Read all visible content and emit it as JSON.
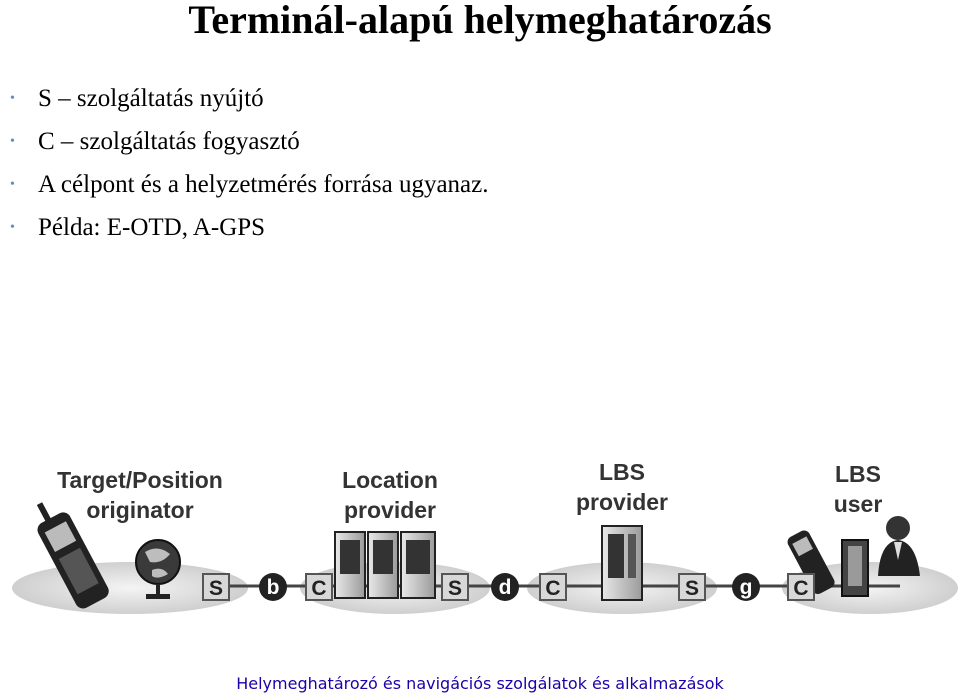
{
  "title": "Terminál-alapú helymeghatározás",
  "bullets": [
    "S – szolgáltatás nyújtó",
    "C – szolgáltatás fogyasztó",
    "A célpont és a helyzetmérés forrása ugyanaz.",
    "Példa: E-OTD, A-GPS"
  ],
  "diagram": {
    "entities": {
      "target": {
        "line1": "Target/Position",
        "line2": "originator"
      },
      "location": {
        "line1": "Location",
        "line2": "provider"
      },
      "lbs": {
        "line1": "LBS",
        "line2": "provider"
      },
      "user": {
        "line1": "LBS",
        "line2": "user"
      }
    },
    "interfaces": [
      "b",
      "d",
      "g"
    ],
    "port_s": "S",
    "port_c": "C"
  },
  "footer": "Helymeghatározó és navigációs szolgálatok és alkalmazások",
  "colors": {
    "bullet": "#6b86c6",
    "footer": "#1d00a8",
    "title": "#000000"
  }
}
